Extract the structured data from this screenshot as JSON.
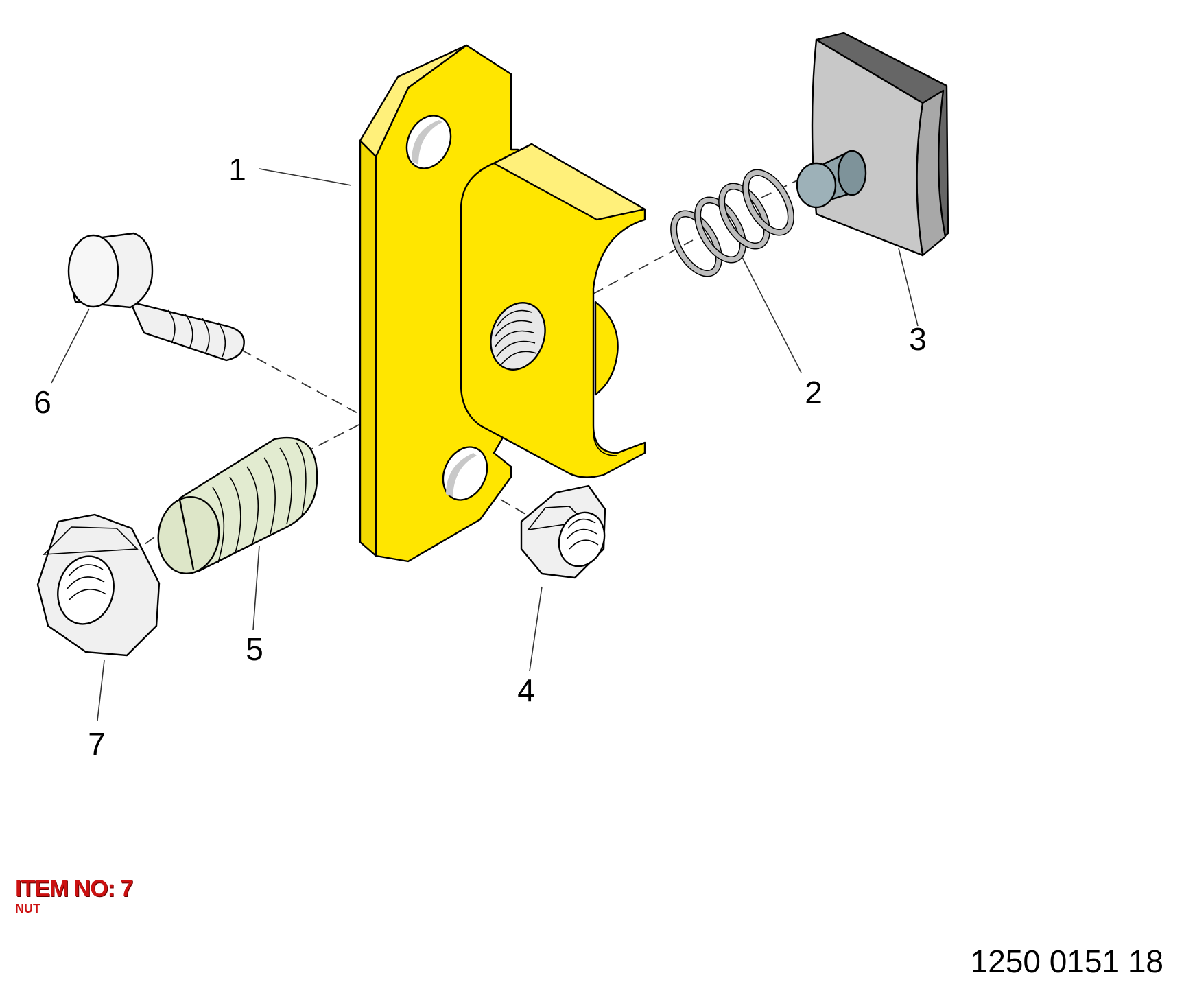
{
  "callouts": [
    "1",
    "2",
    "3",
    "4",
    "5",
    "6",
    "7"
  ],
  "selected_item": {
    "title": "ITEM NO: 7",
    "description": "NUT"
  },
  "drawing_number": "1250 0151 18",
  "colors": {
    "bracket": "#FFE600",
    "pad": "#C8C8C8",
    "pin": "#8FA3AA",
    "setscrew": "#E2EBD0",
    "spring": "#BDBDBD",
    "fastener": "#F0F0F0",
    "highlight_text": "#CC1111"
  }
}
